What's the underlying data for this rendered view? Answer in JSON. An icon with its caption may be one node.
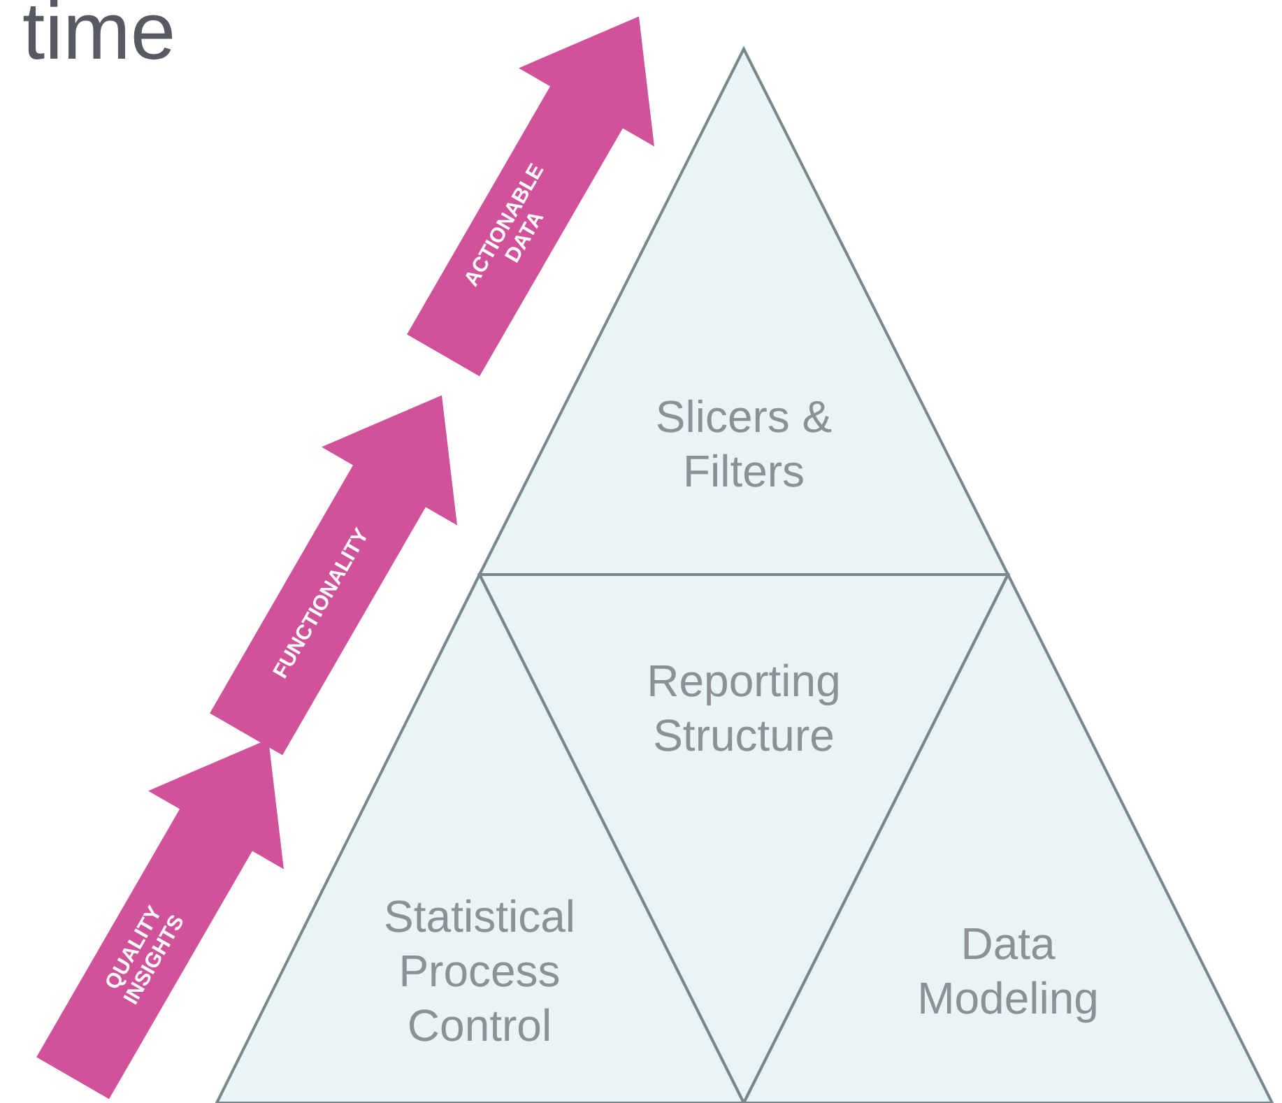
{
  "diagram": {
    "title": "time",
    "nodes": [
      {
        "text": [
          "ACTIONABLE DATA"
        ]
      },
      {
        "text": [
          "FUNCTIONALITY"
        ]
      },
      {
        "text": [
          "QUALITY INSIGHTS"
        ]
      },
      {
        "text": [
          "Slicers & Filters"
        ]
      },
      {
        "text": [
          "Reporting Structure"
        ]
      },
      {
        "text": [
          "Statistical Process Control"
        ]
      },
      {
        "text": [
          "Data Modeling"
        ]
      }
    ]
  }
}
